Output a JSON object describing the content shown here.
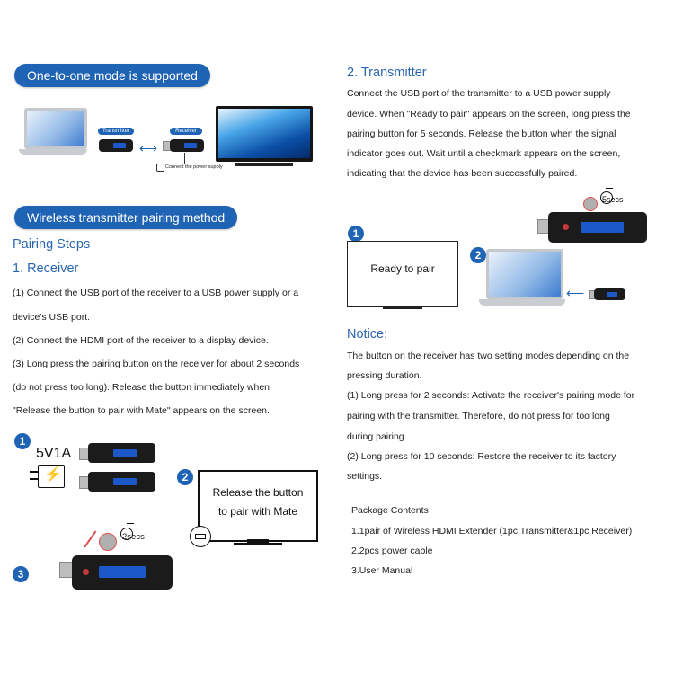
{
  "left": {
    "mode_pill": "One-to-one mode is supported",
    "transmitter_tag": "Transmitter",
    "receiver_tag": "Receiver",
    "connect_power_note": "Connect the power supply",
    "pairing_pill": "Wireless transmitter pairing method",
    "pairing_steps": "Pairing Steps",
    "receiver_heading": "1. Receiver",
    "receiver_lines": [
      "(1) Connect the USB port of the receiver to a USB power supply or a",
      "device's USB port.",
      "(2) Connect the HDMI port of the receiver to a display device.",
      "(3) Long press the pairing button on the receiver for about 2 seconds",
      "(do not press too long). Release the button immediately when",
      "\"Release the button to pair with Mate\" appears on the screen."
    ],
    "power_label": "5V1A",
    "step_numbers": [
      "1",
      "2",
      "3"
    ],
    "release_line1": "Release the button",
    "release_line2": "to pair with Mate",
    "secs_2": "2secs"
  },
  "right": {
    "transmitter_heading": "2. Transmitter",
    "transmitter_lines": [
      "Connect the USB port of the transmitter to a USB power supply",
      "device. When \"Ready to pair\" appears on the screen, long press the",
      "pairing button for 5 seconds. Release the button when the signal",
      "indicator goes out. Wait until a checkmark appears on the screen,",
      "indicating that the device has been successfully paired."
    ],
    "secs_5": "5secs",
    "step_numbers": [
      "1",
      "2"
    ],
    "ready_to_pair": "Ready to pair",
    "notice_heading": "Notice:",
    "notice_lines": [
      "The button on the receiver has two setting modes depending on the",
      "pressing duration.",
      "(1) Long press for 2 seconds: Activate the receiver's pairing mode for",
      "pairing with the transmitter. Therefore, do not press for too long",
      "during pairing.",
      "(2) Long press for 10 seconds: Restore the receiver to its factory",
      "settings."
    ],
    "package_title": "Package Contents",
    "package_items": [
      "1.1pair of Wireless HDMI Extender (1pc Transmitter&1pc Receiver)",
      "2.2pcs power cable",
      "3.User Manual"
    ]
  }
}
